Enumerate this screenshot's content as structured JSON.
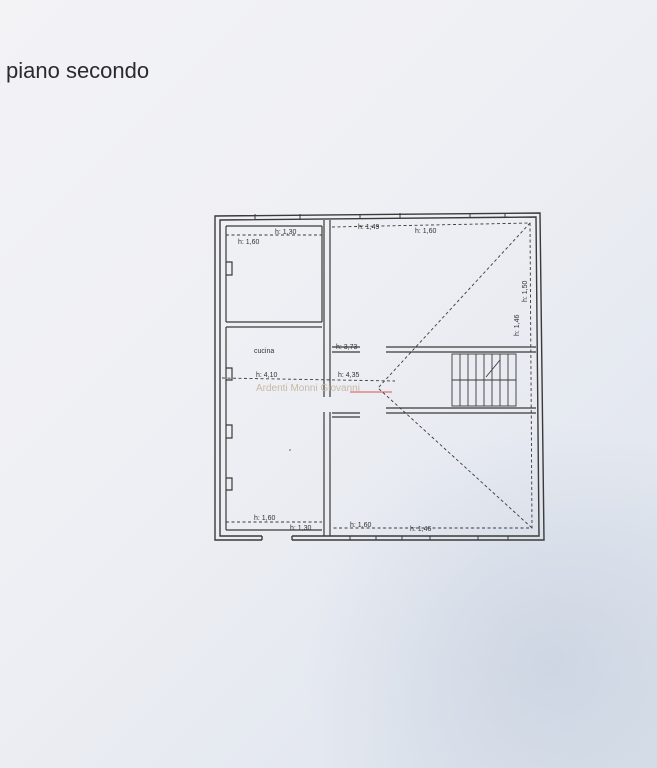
{
  "title": "piano secondo",
  "room_label": "cucina",
  "watermark": "Ardenti Monni Giovanni",
  "heights": {
    "top_left_room_top": "h: 1,30",
    "top_left_room_side": "h: 1,60",
    "top_mid_a": "h: 1,49",
    "top_mid_b": "h: 1,60",
    "right_side_upper": "h: 1,50",
    "right_side_lower": "h: 1,46",
    "landing": "h: 3,73",
    "ridge_left": "h: 4,10",
    "ridge_center": "h: 4,35",
    "bottom_left_inner": "h: 1,60",
    "bottom_left_outer": "h: 1,30",
    "bottom_right_a": "h: 1,60",
    "bottom_right_b": "h: 1,46"
  },
  "colors": {
    "wall": "#3a3a3a",
    "watermark": "#c7b9a6",
    "watermark_underline": "#d9534f"
  }
}
